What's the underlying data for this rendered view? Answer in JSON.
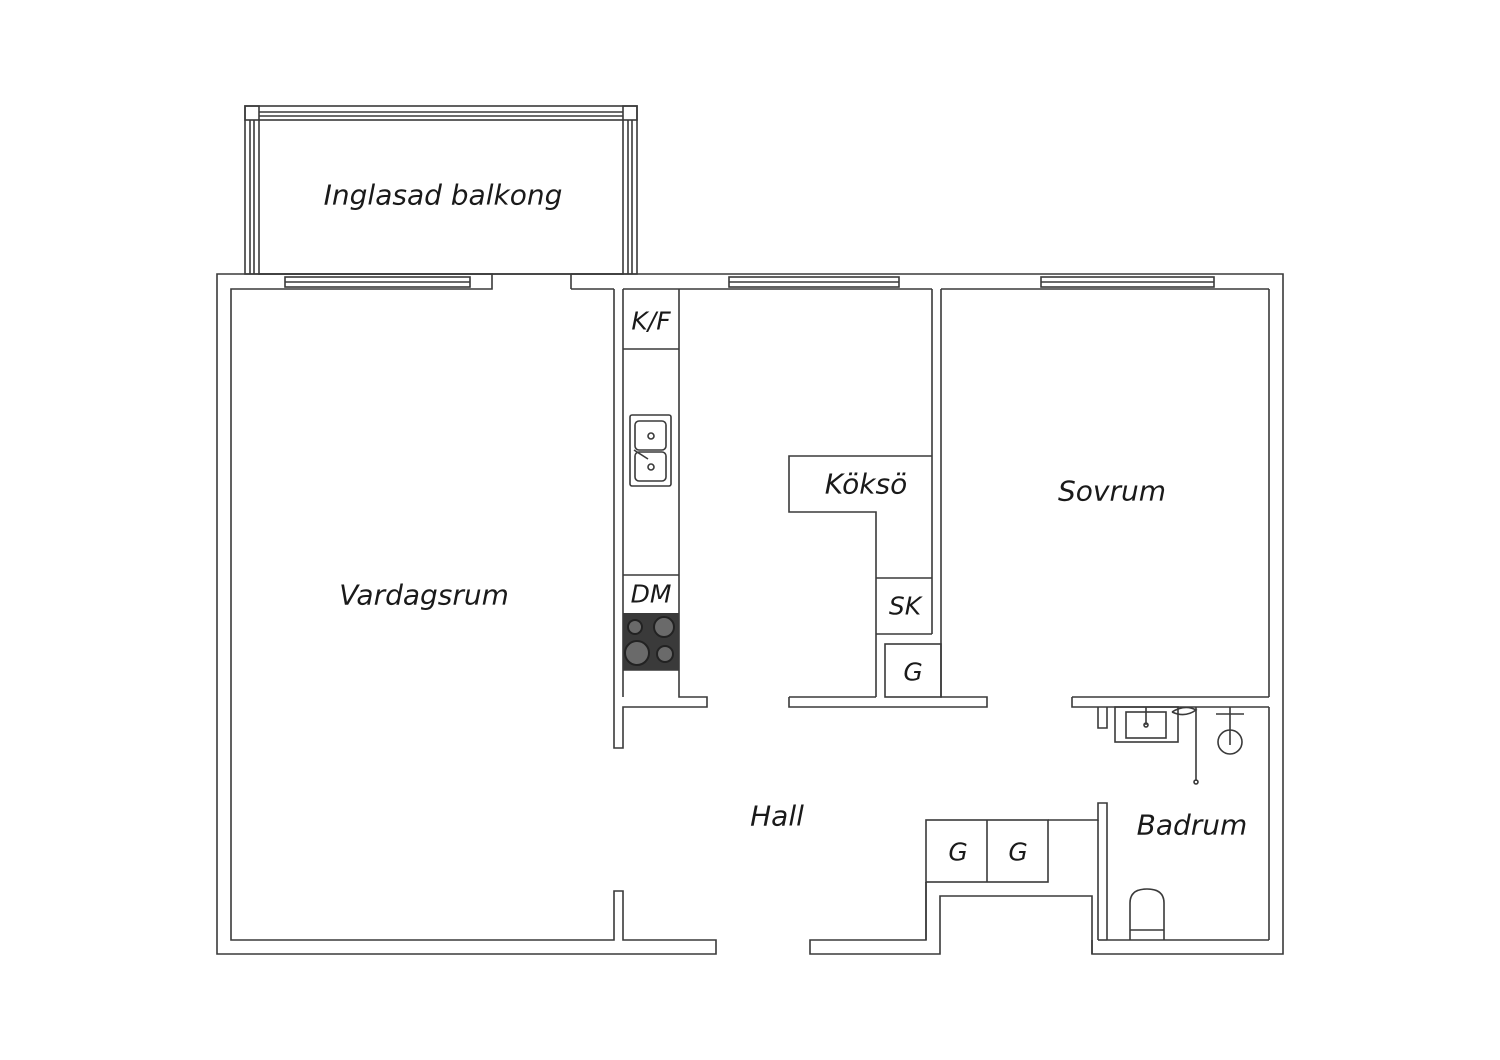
{
  "rooms": {
    "balcony": "Inglasad balkong",
    "living": "Vardagsrum",
    "kitchen_fridge": "K/F",
    "dishwasher": "DM",
    "island": "Köksö",
    "cabinet": "SK",
    "wardrobe_kitchen": "G",
    "bedroom": "Sovrum",
    "hall": "Hall",
    "wardrobe_hall_1": "G",
    "wardrobe_hall_2": "G",
    "bathroom": "Badrum"
  }
}
